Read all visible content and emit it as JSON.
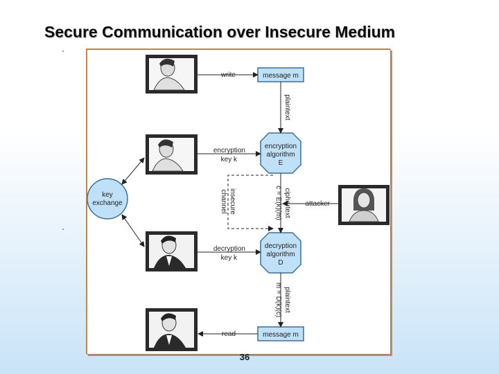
{
  "slide": {
    "title": "Secure Communication over Insecure Medium",
    "page_number": "36"
  },
  "colors": {
    "box_fill": "#bfe0f7",
    "box_stroke": "#3d6f93",
    "frame_accent": "#d08a3a",
    "line": "#222222",
    "title_text": "#0a0a0a"
  },
  "diagram": {
    "nodes": {
      "message_top": "message m",
      "encryption_algorithm": [
        "encryption",
        "algorithm",
        "E"
      ],
      "decryption_algorithm": [
        "decryption",
        "algorithm",
        "D"
      ],
      "message_bottom": "message m",
      "key_exchange": [
        "key",
        "exchange"
      ]
    },
    "edge_labels": {
      "write": "write",
      "plaintext_top": "plaintext",
      "encryption_key": [
        "encryption",
        "key k"
      ],
      "ciphertext": [
        "ciphertext",
        "c = E(k)(m)"
      ],
      "attacker": "attacker",
      "insecure_channel": [
        "insecure",
        "channel"
      ],
      "decryption_key": [
        "decryption",
        "key k"
      ],
      "plaintext_bottom": [
        "plaintext",
        "m = D(k)(c)"
      ],
      "read": "read"
    },
    "people": [
      {
        "name": "sender-writing-person",
        "icon": "person-profile-icon"
      },
      {
        "name": "sender-encrypting-person",
        "icon": "person-profile-icon"
      },
      {
        "name": "receiver-decrypting-person",
        "icon": "person-suit-icon"
      },
      {
        "name": "receiver-reading-person",
        "icon": "person-suit-icon"
      },
      {
        "name": "attacker-person",
        "icon": "woman-portrait-icon"
      }
    ]
  }
}
